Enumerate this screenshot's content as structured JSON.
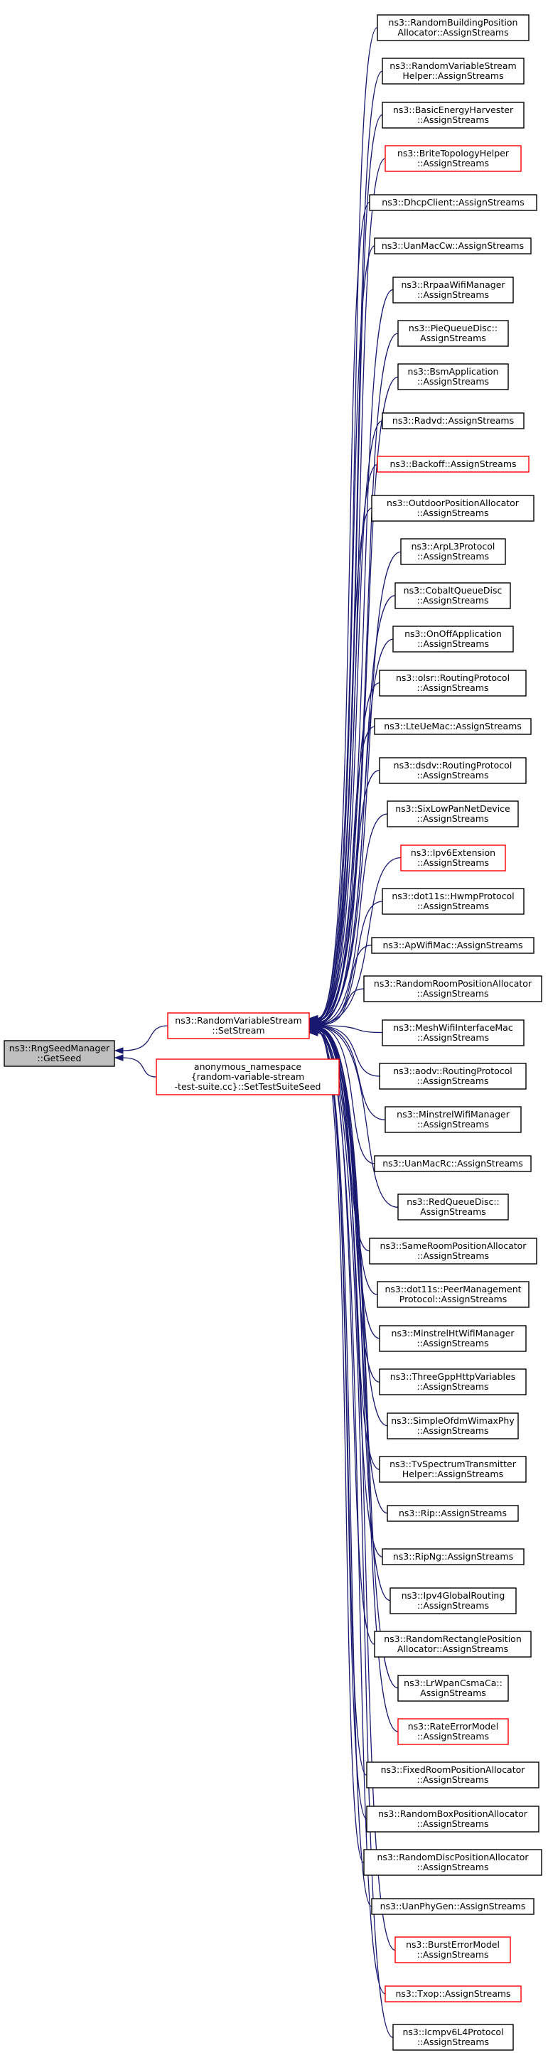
{
  "diagram": {
    "root": {
      "id": "root",
      "lines": [
        "ns3::RngSeedManager",
        "::GetSeed"
      ],
      "color": "gray"
    },
    "middle": [
      {
        "id": "setstream",
        "lines": [
          "ns3::RandomVariableStream",
          "::SetStream"
        ],
        "color": "red"
      },
      {
        "id": "testsuite",
        "lines": [
          "anonymous_namespace",
          "{random-variable-stream",
          "-test-suite.cc}::SetTestSuiteSeed"
        ],
        "color": "red"
      }
    ],
    "callers": [
      {
        "lines": [
          "ns3::RandomBuildingPosition",
          "Allocator::AssignStreams"
        ],
        "color": "black"
      },
      {
        "lines": [
          "ns3::RandomVariableStream",
          "Helper::AssignStreams"
        ],
        "color": "black"
      },
      {
        "lines": [
          "ns3::BasicEnergyHarvester",
          "::AssignStreams"
        ],
        "color": "black"
      },
      {
        "lines": [
          "ns3::BriteTopologyHelper",
          "::AssignStreams"
        ],
        "color": "red"
      },
      {
        "lines": [
          "ns3::DhcpClient::AssignStreams"
        ],
        "color": "black"
      },
      {
        "lines": [
          "ns3::UanMacCw::AssignStreams"
        ],
        "color": "black"
      },
      {
        "lines": [
          "ns3::RrpaaWifiManager",
          "::AssignStreams"
        ],
        "color": "black"
      },
      {
        "lines": [
          "ns3::PieQueueDisc::",
          "AssignStreams"
        ],
        "color": "black"
      },
      {
        "lines": [
          "ns3::BsmApplication",
          "::AssignStreams"
        ],
        "color": "black"
      },
      {
        "lines": [
          "ns3::Radvd::AssignStreams"
        ],
        "color": "black"
      },
      {
        "lines": [
          "ns3::Backoff::AssignStreams"
        ],
        "color": "red"
      },
      {
        "lines": [
          "ns3::OutdoorPositionAllocator",
          "::AssignStreams"
        ],
        "color": "black"
      },
      {
        "lines": [
          "ns3::ArpL3Protocol",
          "::AssignStreams"
        ],
        "color": "black"
      },
      {
        "lines": [
          "ns3::CobaltQueueDisc",
          "::AssignStreams"
        ],
        "color": "black"
      },
      {
        "lines": [
          "ns3::OnOffApplication",
          "::AssignStreams"
        ],
        "color": "black"
      },
      {
        "lines": [
          "ns3::olsr::RoutingProtocol",
          "::AssignStreams"
        ],
        "color": "black"
      },
      {
        "lines": [
          "ns3::LteUeMac::AssignStreams"
        ],
        "color": "black"
      },
      {
        "lines": [
          "ns3::dsdv::RoutingProtocol",
          "::AssignStreams"
        ],
        "color": "black"
      },
      {
        "lines": [
          "ns3::SixLowPanNetDevice",
          "::AssignStreams"
        ],
        "color": "black"
      },
      {
        "lines": [
          "ns3::Ipv6Extension",
          "::AssignStreams"
        ],
        "color": "red"
      },
      {
        "lines": [
          "ns3::dot11s::HwmpProtocol",
          "::AssignStreams"
        ],
        "color": "black"
      },
      {
        "lines": [
          "ns3::ApWifiMac::AssignStreams"
        ],
        "color": "black"
      },
      {
        "lines": [
          "ns3::RandomRoomPositionAllocator",
          "::AssignStreams"
        ],
        "color": "black"
      },
      {
        "lines": [
          "ns3::MeshWifiInterfaceMac",
          "::AssignStreams"
        ],
        "color": "black"
      },
      {
        "lines": [
          "ns3::aodv::RoutingProtocol",
          "::AssignStreams"
        ],
        "color": "black"
      },
      {
        "lines": [
          "ns3::MinstrelWifiManager",
          "::AssignStreams"
        ],
        "color": "black"
      },
      {
        "lines": [
          "ns3::UanMacRc::AssignStreams"
        ],
        "color": "black"
      },
      {
        "lines": [
          "ns3::RedQueueDisc::",
          "AssignStreams"
        ],
        "color": "black"
      },
      {
        "lines": [
          "ns3::SameRoomPositionAllocator",
          "::AssignStreams"
        ],
        "color": "black"
      },
      {
        "lines": [
          "ns3::dot11s::PeerManagement",
          "Protocol::AssignStreams"
        ],
        "color": "black"
      },
      {
        "lines": [
          "ns3::MinstrelHtWifiManager",
          "::AssignStreams"
        ],
        "color": "black"
      },
      {
        "lines": [
          "ns3::ThreeGppHttpVariables",
          "::AssignStreams"
        ],
        "color": "black"
      },
      {
        "lines": [
          "ns3::SimpleOfdmWimaxPhy",
          "::AssignStreams"
        ],
        "color": "black"
      },
      {
        "lines": [
          "ns3::TvSpectrumTransmitter",
          "Helper::AssignStreams"
        ],
        "color": "black"
      },
      {
        "lines": [
          "ns3::Rip::AssignStreams"
        ],
        "color": "black"
      },
      {
        "lines": [
          "ns3::RipNg::AssignStreams"
        ],
        "color": "black"
      },
      {
        "lines": [
          "ns3::Ipv4GlobalRouting",
          "::AssignStreams"
        ],
        "color": "black"
      },
      {
        "lines": [
          "ns3::RandomRectanglePosition",
          "Allocator::AssignStreams"
        ],
        "color": "black"
      },
      {
        "lines": [
          "ns3::LrWpanCsmaCa::",
          "AssignStreams"
        ],
        "color": "black"
      },
      {
        "lines": [
          "ns3::RateErrorModel",
          "::AssignStreams"
        ],
        "color": "red"
      },
      {
        "lines": [
          "ns3::FixedRoomPositionAllocator",
          "::AssignStreams"
        ],
        "color": "black"
      },
      {
        "lines": [
          "ns3::RandomBoxPositionAllocator",
          "::AssignStreams"
        ],
        "color": "black"
      },
      {
        "lines": [
          "ns3::RandomDiscPositionAllocator",
          "::AssignStreams"
        ],
        "color": "black"
      },
      {
        "lines": [
          "ns3::UanPhyGen::AssignStreams"
        ],
        "color": "black"
      },
      {
        "lines": [
          "ns3::BurstErrorModel",
          "::AssignStreams"
        ],
        "color": "red"
      },
      {
        "lines": [
          "ns3::Txop::AssignStreams"
        ],
        "color": "red"
      },
      {
        "lines": [
          "ns3::Icmpv6L4Protocol",
          "::AssignStreams"
        ],
        "color": "black"
      }
    ]
  }
}
